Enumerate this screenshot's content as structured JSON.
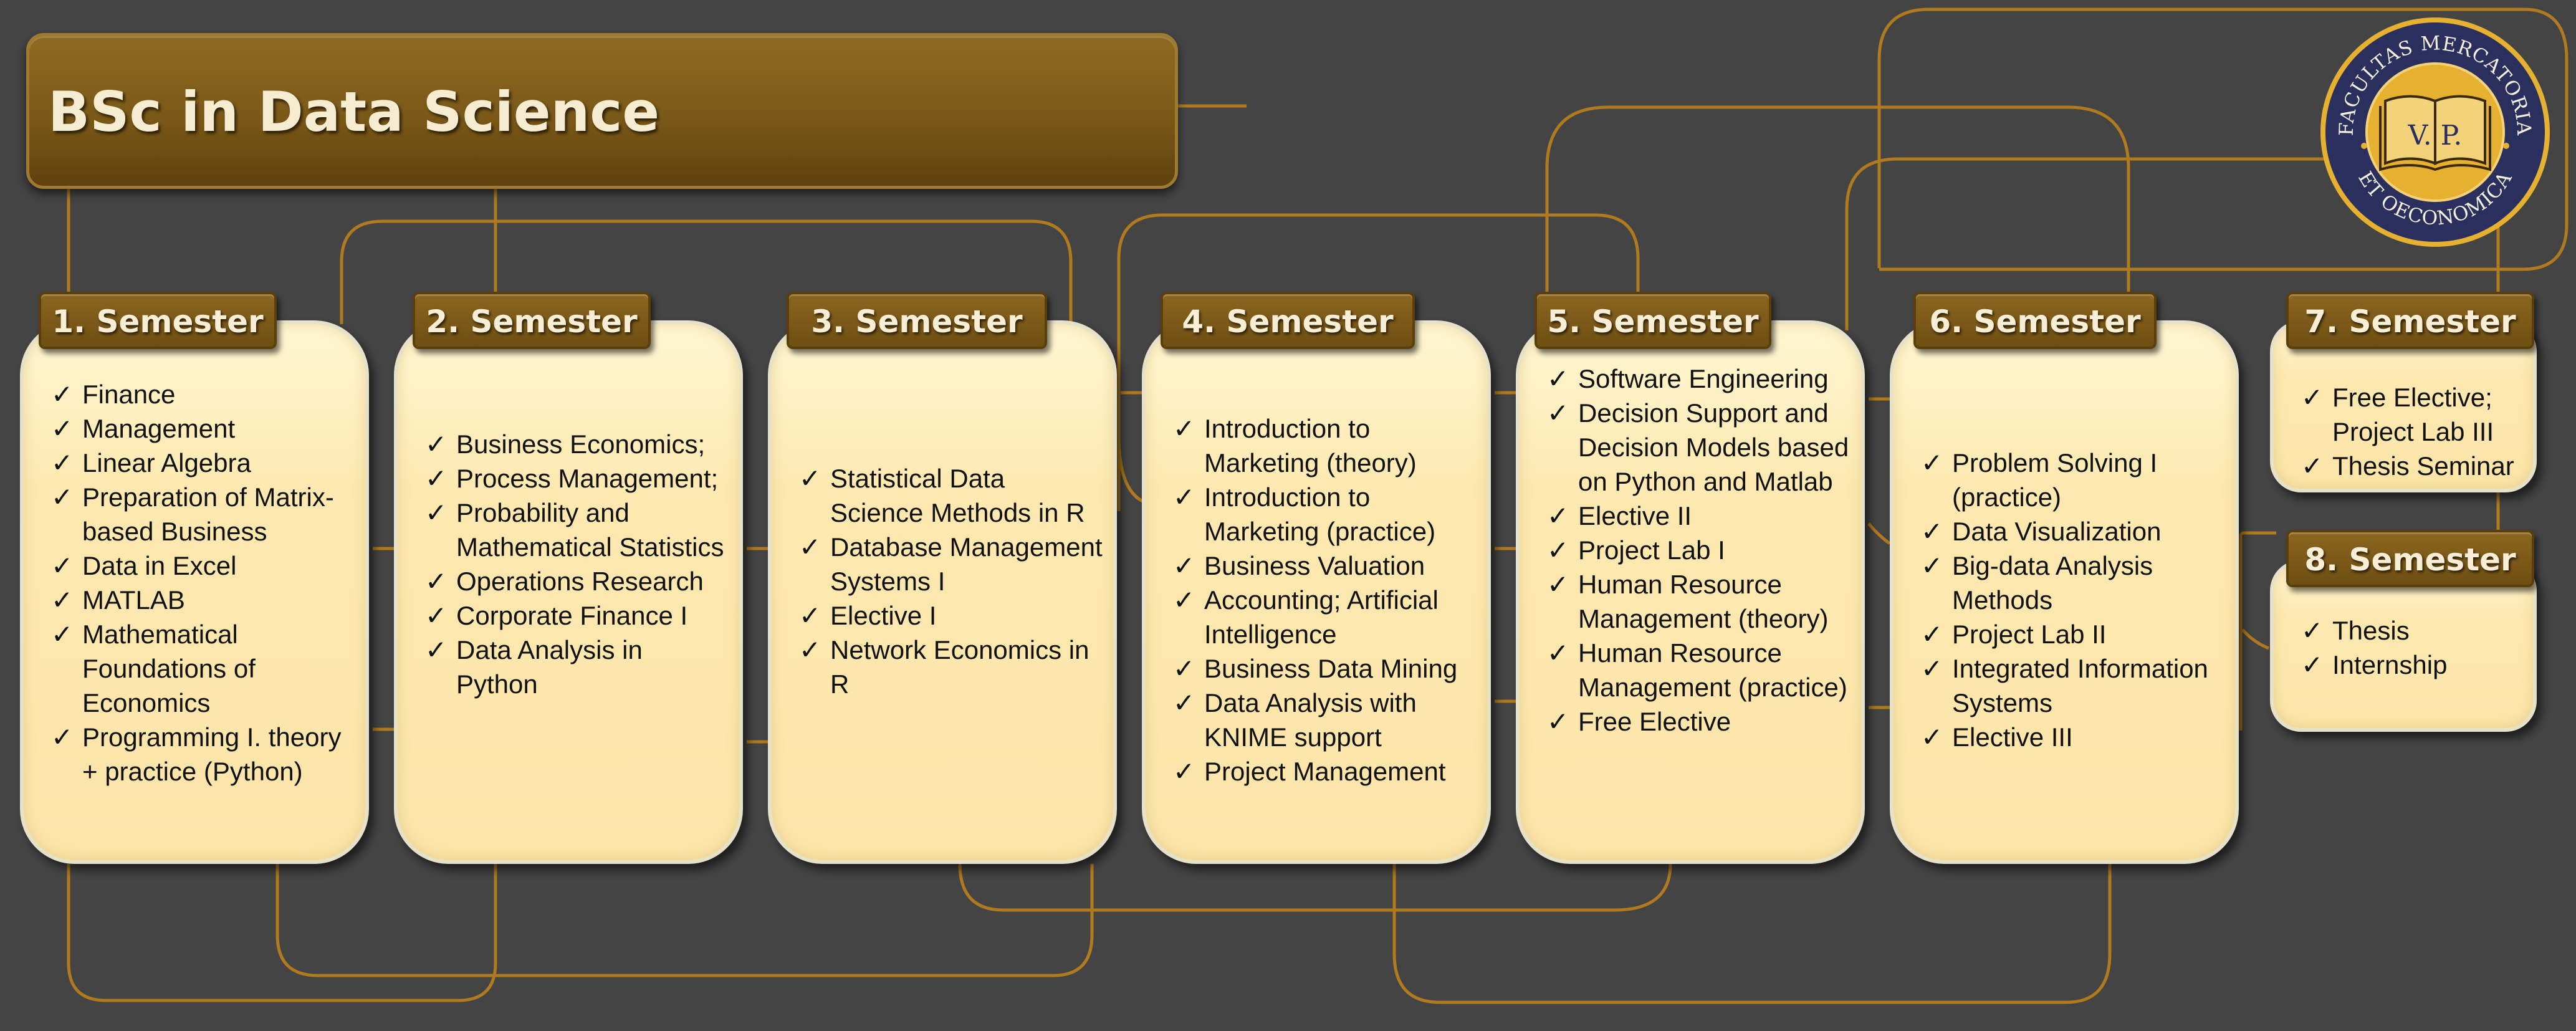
{
  "title": "BSc in Data Science",
  "semesters": [
    {
      "label": "1. Semester",
      "items": [
        "Finance",
        "Management",
        "Linear Algebra",
        "Preparation of Matrix-based Business",
        "Data in Excel",
        "MATLAB",
        "Mathematical Foundations of Economics",
        "Programming I. theory + practice (Python)"
      ]
    },
    {
      "label": "2. Semester",
      "items": [
        "Business Economics;",
        "Process Management;",
        "Probability and Mathematical Statistics",
        "Operations Research",
        "Corporate Finance I",
        "Data Analysis in Python"
      ]
    },
    {
      "label": "3. Semester",
      "items": [
        "Statistical Data Science Methods in R",
        "Database Management Systems I",
        "Elective I",
        "Network Economics in R"
      ]
    },
    {
      "label": "4. Semester",
      "items": [
        "Introduction to Marketing (theory)",
        "Introduction to Marketing (practice)",
        "Business Valuation",
        "Accounting; Artificial Intelligence",
        "Business Data Mining",
        "Data Analysis with KNIME support",
        "Project Management"
      ]
    },
    {
      "label": "5. Semester",
      "items": [
        "Software Engineering",
        "Decision Support and Decision Models based on Python and Matlab",
        "Elective II",
        "Project Lab I",
        "Human Resource Management (theory)",
        "Human Resource Management (practice)",
        "Free Elective"
      ]
    },
    {
      "label": "6. Semester",
      "items": [
        "Problem Solving I (practice)",
        "Data Visualization",
        "Big-data Analysis Methods",
        "Project Lab II",
        "Integrated Information Systems",
        "Elective III"
      ]
    },
    {
      "label": "7. Semester",
      "items": [
        "Free Elective; Project Lab III",
        "Thesis Seminar"
      ]
    },
    {
      "label": "8. Semester",
      "items": [
        "Thesis",
        "Internship"
      ]
    }
  ],
  "check_mark": "✓",
  "logo": {
    "arc_top": "FACULTAS MERCATORIA",
    "arc_bottom": "ET OECONOMICA",
    "initials": "V. P."
  },
  "colors": {
    "background": "#444444",
    "connector": "#b07a1e",
    "card_fill": "#fbe4a8",
    "label_fill": "#7a5817",
    "logo_navy": "#2b2f5e",
    "logo_gold": "#e6b030"
  }
}
